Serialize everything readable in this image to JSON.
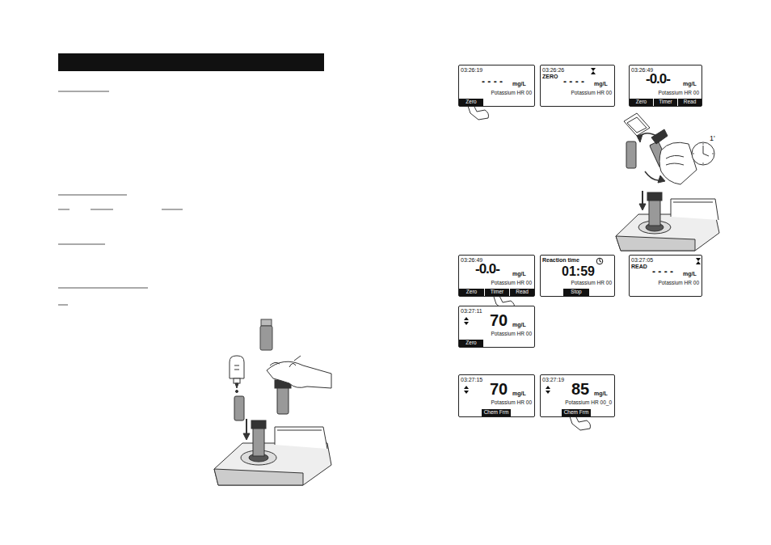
{
  "diagram": {
    "nodes": [
      {
        "text": [
          "03:26:19",
          "- - - -",
          "mg/L",
          "Potassium HR 00"
        ]
      },
      {
        "text": [
          "Zero"
        ],
        "in": 0
      },
      {
        "text": [
          "03:26:26",
          "ZERO",
          "- - - -",
          "mg/L",
          "Potassium HR 00"
        ]
      },
      {
        "text": [
          "03:26:49",
          "-0.0-",
          "mg/L",
          "Potassium HR 00"
        ]
      },
      {
        "text": [
          "Zero"
        ],
        "in": 3
      },
      {
        "text": [
          "Timer"
        ],
        "in": 3
      },
      {
        "text": [
          "Read"
        ],
        "in": 3
      },
      {
        "text": [
          "03:26:49",
          "-0.0-",
          "mg/L",
          "Potassium HR 00"
        ]
      },
      {
        "text": [
          "Zero"
        ],
        "in": 7
      },
      {
        "text": [
          "Timer"
        ],
        "in": 7
      },
      {
        "text": [
          "Read"
        ],
        "in": 7
      },
      {
        "text": [
          "Reaction time",
          "01:59",
          "Potassium HR 00"
        ]
      },
      {
        "text": [
          "Stop"
        ],
        "in": 11
      },
      {
        "text": [
          "03:27:05",
          "READ",
          "- - - -",
          "mg/L",
          "Potassium HR 00"
        ]
      },
      {
        "text": [
          "03:27:11",
          "70",
          "mg/L",
          "Potassium HR 00"
        ]
      },
      {
        "text": [
          "Zero"
        ],
        "in": 14
      },
      {
        "text": [
          "03:27:15",
          "70",
          "mg/L",
          "Potassium HR 00"
        ]
      },
      {
        "text": [
          "Chem Frm"
        ],
        "in": 16
      },
      {
        "text": [
          "03:27:19",
          "85",
          "mg/L",
          "Potassium HR 00_0"
        ]
      },
      {
        "text": [
          "Chem Frm"
        ],
        "in": 18
      }
    ],
    "labels": [
      "1'"
    ]
  }
}
